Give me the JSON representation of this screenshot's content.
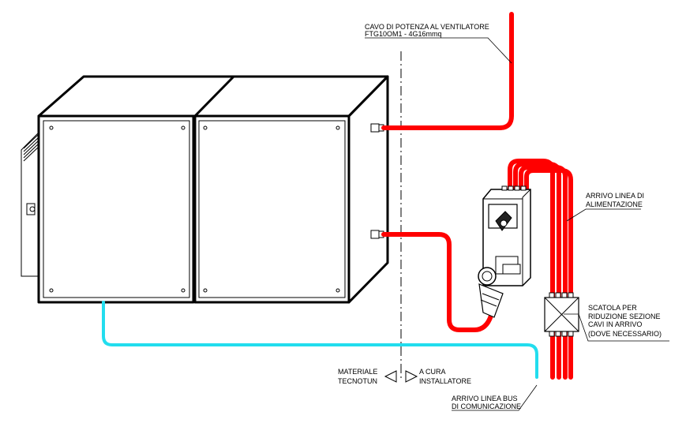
{
  "labels": {
    "power_cable_line1": "CAVO DI POTENZA AL VENTILATORE",
    "power_cable_line2": "FTG10OM1 - 4G16mmq",
    "supply_line1": "ARRIVO LINEA DI",
    "supply_line2": "ALIMENTAZIONE",
    "box_line1": "SCATOLA PER",
    "box_line2": "RIDUZIONE SEZIONE",
    "box_line3": "CAVI IN ARRIVO",
    "box_line4": "(DOVE NECESSARIO)",
    "material_line1": "MATERIALE",
    "material_line2": "TECNOTUN",
    "installer_line1": "A CURA",
    "installer_line2": "INSTALLATORE",
    "bus_line1": "ARRIVO LINEA BUS",
    "bus_line2": "DI COMUNICAZIONE"
  },
  "colors": {
    "power_cable": "#ff0000",
    "bus_cable": "#22ddee",
    "outline": "#000000"
  }
}
